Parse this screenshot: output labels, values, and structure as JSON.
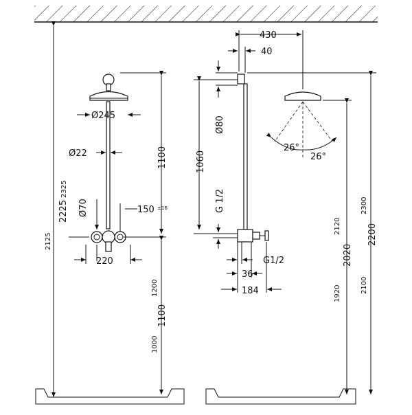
{
  "drawing": {
    "front": {
      "d_head": "Ø245",
      "d_pipe": "Ø22",
      "d_knob": "Ø70",
      "h_head": "1100",
      "offset": "150",
      "offset_tol": "±16",
      "width": "220",
      "h_mixer": "1100",
      "h_mixer_max": "1200",
      "h_mixer_min": "1000",
      "total_max": "2325",
      "total": "2225",
      "total_min": "2125"
    },
    "side": {
      "reach": "430",
      "wall_gap": "40",
      "d_wall": "Ø80",
      "h_pipe": "1060",
      "thread_v": "G 1/2",
      "thread_h": "G1/2",
      "depth_36": "36",
      "depth_184": "184",
      "angle_left": "26°",
      "angle_right": "26°",
      "h_head_max": "2120",
      "h_head": "2020",
      "h_head_min": "1920",
      "h_top_max": "2300",
      "h_top": "2200",
      "h_top_min": "2100"
    }
  }
}
